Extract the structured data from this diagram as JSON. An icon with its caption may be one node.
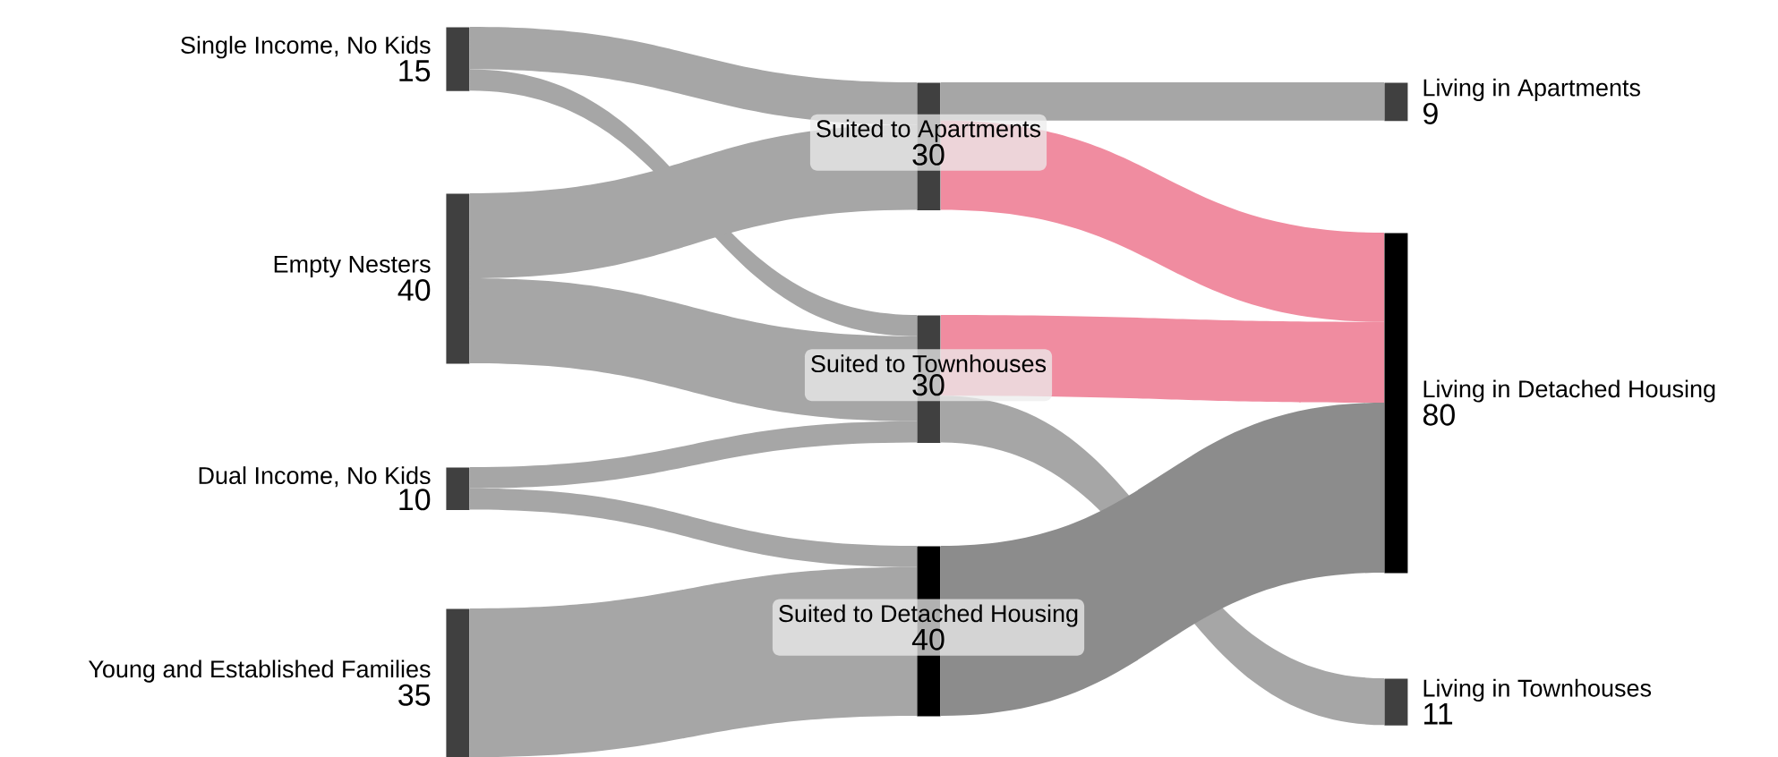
{
  "diagram": {
    "nodes": [
      {
        "text": [
          "Single Income, No Kids",
          "15"
        ]
      },
      {
        "text": [
          "Empty Nesters",
          "40"
        ]
      },
      {
        "text": [
          "Dual Income, No Kids",
          "10"
        ]
      },
      {
        "text": [
          "Young and Established Families",
          "35"
        ]
      },
      {
        "text": [
          "Suited to Apartments",
          "30"
        ]
      },
      {
        "text": [
          "Suited to Townhouses",
          "30"
        ]
      },
      {
        "text": [
          "Suited to Detached Housing",
          "40"
        ]
      },
      {
        "text": [
          "Living in Apartments",
          "9"
        ]
      },
      {
        "text": [
          "Living in Detached Housing",
          "80"
        ]
      },
      {
        "text": [
          "Living in Townhouses",
          "11"
        ]
      }
    ],
    "edges": [
      {
        "from": 0,
        "to": 4,
        "arrow": "none"
      },
      {
        "from": 0,
        "to": 5,
        "arrow": "none"
      },
      {
        "from": 1,
        "to": 4,
        "arrow": "none"
      },
      {
        "from": 1,
        "to": 5,
        "arrow": "none"
      },
      {
        "from": 2,
        "to": 5,
        "arrow": "none"
      },
      {
        "from": 2,
        "to": 6,
        "arrow": "none"
      },
      {
        "from": 3,
        "to": 6,
        "arrow": "none"
      },
      {
        "from": 4,
        "to": 7,
        "arrow": "none"
      },
      {
        "from": 4,
        "to": 8,
        "arrow": "none",
        "color": "#f08ca0"
      },
      {
        "from": 5,
        "to": 8,
        "arrow": "none",
        "color": "#f08ca0"
      },
      {
        "from": 5,
        "to": 9,
        "arrow": "none"
      },
      {
        "from": 6,
        "to": 8,
        "arrow": "none",
        "color": "#8c8c8c"
      }
    ]
  }
}
